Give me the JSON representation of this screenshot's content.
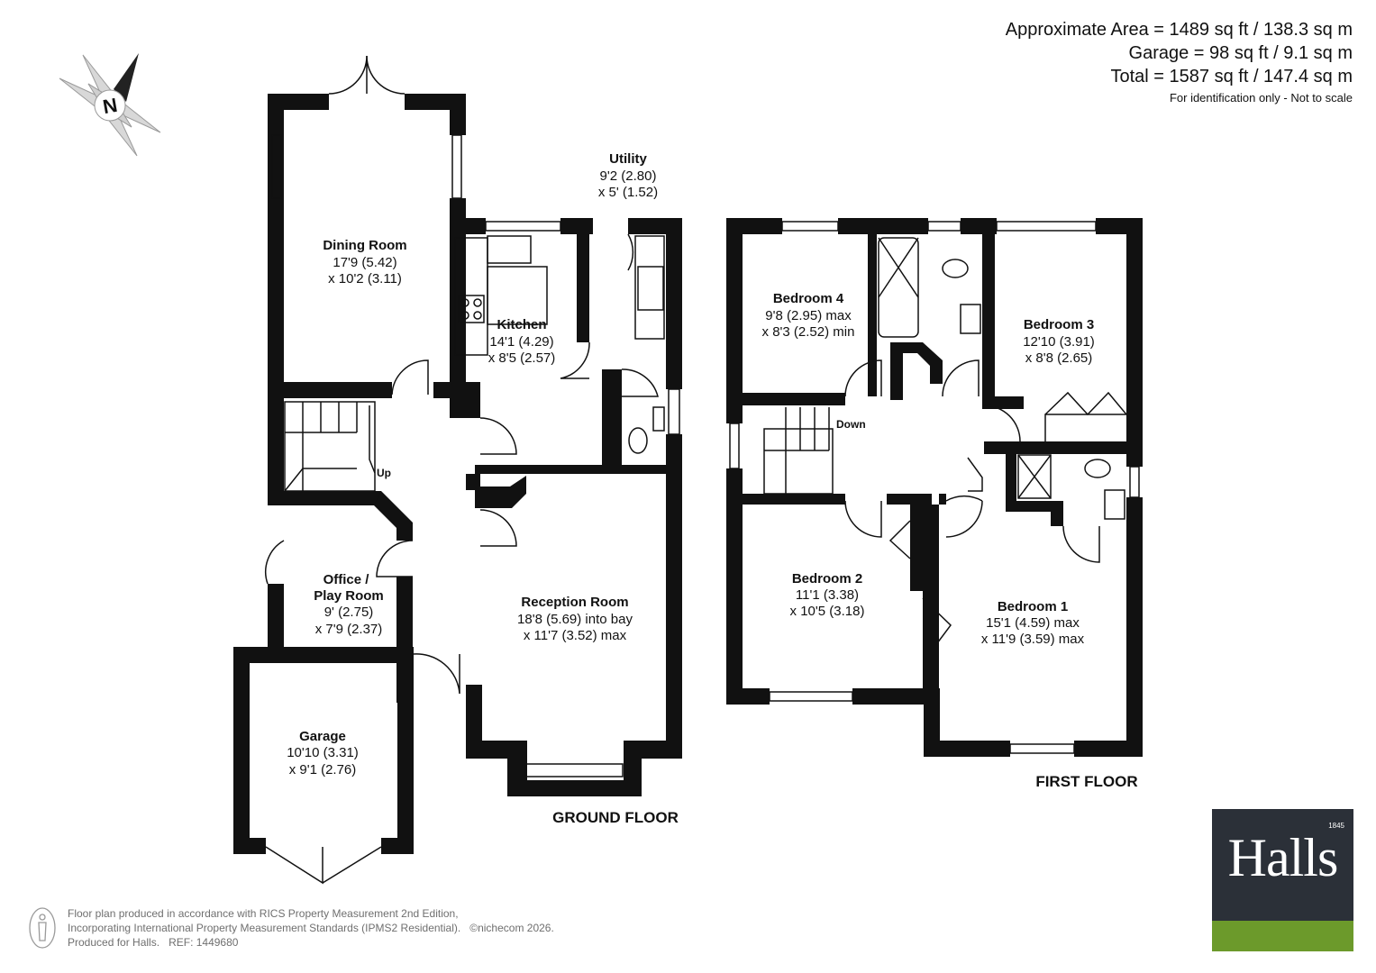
{
  "area_summary": {
    "approx": "Approximate Area = 1489 sq ft / 138.3 sq m",
    "garage": "Garage = 98 sq ft / 9.1 sq m",
    "total": "Total = 1587 sq ft / 147.4 sq m",
    "note": "For identification only - Not to scale"
  },
  "compass": {
    "label": "N"
  },
  "ground_floor": {
    "title": "GROUND FLOOR",
    "up_label": "Up",
    "rooms": [
      {
        "id": "dining",
        "name": "Dining Room",
        "dims": [
          "17'9 (5.42)",
          "x 10'2 (3.11)"
        ]
      },
      {
        "id": "utility",
        "name": "Utility",
        "dims": [
          "9'2 (2.80)",
          "x 5' (1.52)"
        ]
      },
      {
        "id": "kitchen",
        "name": "Kitchen",
        "dims": [
          "14'1 (4.29)",
          "x 8'5 (2.57)"
        ]
      },
      {
        "id": "office",
        "name": "Office /",
        "name2": "Play Room",
        "dims": [
          "9' (2.75)",
          "x 7'9 (2.37)"
        ]
      },
      {
        "id": "reception",
        "name": "Reception Room",
        "dims": [
          "18'8 (5.69) into bay",
          "x 11'7 (3.52) max"
        ]
      },
      {
        "id": "garage",
        "name": "Garage",
        "dims": [
          "10'10 (3.31)",
          "x 9'1 (2.76)"
        ]
      }
    ]
  },
  "first_floor": {
    "title": "FIRST FLOOR",
    "down_label": "Down",
    "rooms": [
      {
        "id": "bed4",
        "name": "Bedroom 4",
        "dims": [
          "9'8 (2.95) max",
          "x 8'3 (2.52) min"
        ]
      },
      {
        "id": "bed3",
        "name": "Bedroom 3",
        "dims": [
          "12'10 (3.91)",
          "x 8'8 (2.65)"
        ]
      },
      {
        "id": "bed2",
        "name": "Bedroom 2",
        "dims": [
          "11'1 (3.38)",
          "x 10'5 (3.18)"
        ]
      },
      {
        "id": "bed1",
        "name": "Bedroom 1",
        "dims": [
          "15'1 (4.59) max",
          "x 11'9 (3.59) max"
        ]
      }
    ]
  },
  "footer": {
    "line1": "Floor plan produced in accordance with RICS Property Measurement 2nd Edition,",
    "line2": "Incorporating International Property Measurement Standards (IPMS2 Residential).",
    "copyright": "©nichecom 2026.",
    "line3": "Produced for Halls.",
    "ref": "REF: 1449680"
  },
  "logo": {
    "brand": "Halls",
    "year": "1845",
    "bar_color": "#6c9a2b",
    "bg_color": "#2b3038"
  }
}
